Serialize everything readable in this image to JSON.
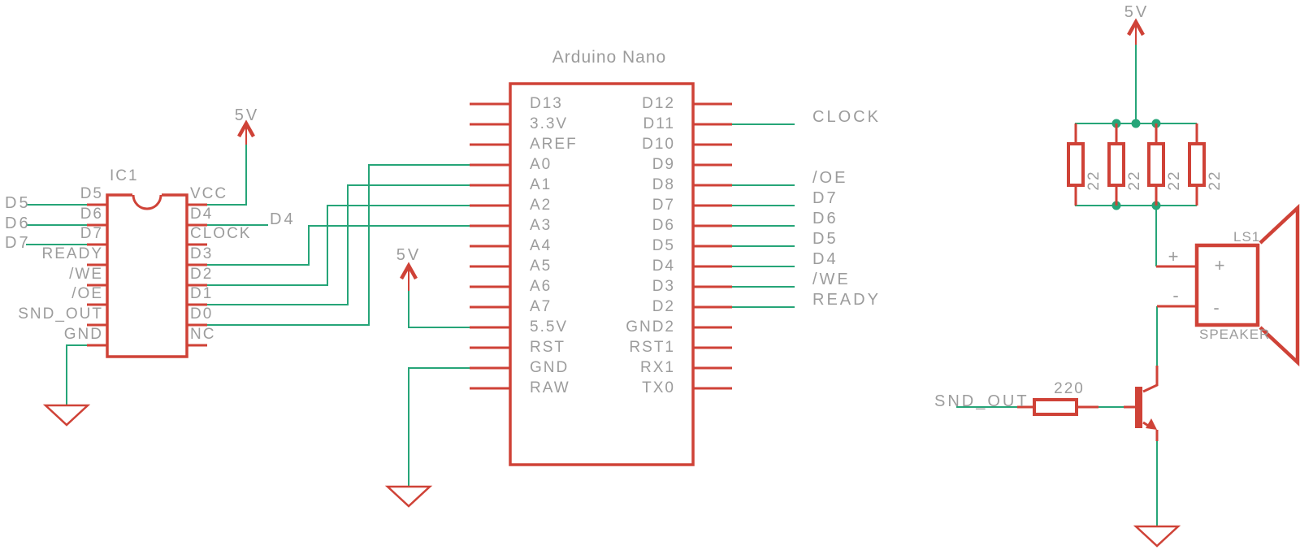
{
  "colors": {
    "wire_green": "#26a578",
    "symbol_red": "#cf4237",
    "text_gray": "#9c9c9c"
  },
  "ic1": {
    "ref": "IC1",
    "pins_left": [
      "D5",
      "D6",
      "D7",
      "READY",
      "/WE",
      "/OE",
      "SND_OUT",
      "GND"
    ],
    "pins_right": [
      "VCC",
      "D4",
      "CLOCK",
      "D3",
      "D2",
      "D1",
      "D0",
      "NC"
    ]
  },
  "arduino": {
    "title": "Arduino Nano",
    "pins_left": [
      "D13",
      "3.3V",
      "AREF",
      "A0",
      "A1",
      "A2",
      "A3",
      "A4",
      "A5",
      "A6",
      "A7",
      "5.5V",
      "RST",
      "GND",
      "RAW"
    ],
    "pins_right": [
      "D12",
      "D11",
      "D10",
      "D9",
      "D8",
      "D7",
      "D6",
      "D5",
      "D4",
      "D3",
      "D2",
      "GND2",
      "RST1",
      "RX1",
      "TX0"
    ]
  },
  "nets": {
    "left_labels": [
      "D5",
      "D6",
      "D7"
    ],
    "d4_label": "D4",
    "right_labels": [
      "CLOCK",
      "/OE",
      "D7",
      "D6",
      "D5",
      "D4",
      "/WE",
      "READY"
    ],
    "snd_out": "SND_OUT",
    "supply_5v": "5V"
  },
  "resistor_network": {
    "values": [
      "22",
      "22",
      "22",
      "22"
    ]
  },
  "base_resistor": {
    "value": "220"
  },
  "speaker": {
    "ref": "LS1",
    "part_label": "SPEAKER",
    "plus": "+",
    "minus": "-"
  }
}
